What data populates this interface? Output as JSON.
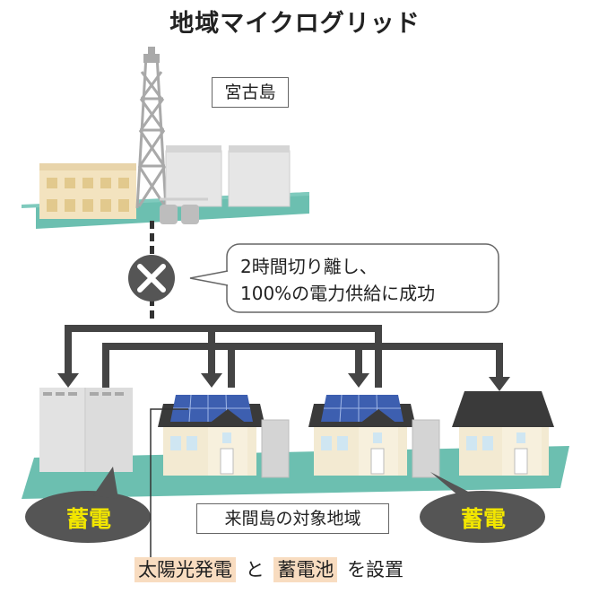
{
  "title": "地域マイクログリッド",
  "labels": {
    "miyakojima": "宮古島",
    "kurimajima_area": "来間島の対象地域"
  },
  "callout": {
    "line1": "2時間切り離し、",
    "line2": "100%の電力供給に成功"
  },
  "bubbles": {
    "left": "蓄電",
    "right": "蓄電"
  },
  "bottom_note": {
    "part1": "太陽光発電",
    "part2": "と",
    "part3": "蓄電池",
    "part4": "を設置"
  },
  "colors": {
    "ground": "#6cbfb0",
    "arrow": "#444444",
    "bubble": "#555555",
    "bubble_text": "#f2e600",
    "highlight": "#f8dcc0",
    "solar_panel": "#3d5fb0",
    "roof": "#3a3a3a",
    "house_wall": "#f3ead2"
  },
  "icons": {
    "disconnect": "x-circle-icon",
    "power_tower": "transmission-tower-icon"
  }
}
